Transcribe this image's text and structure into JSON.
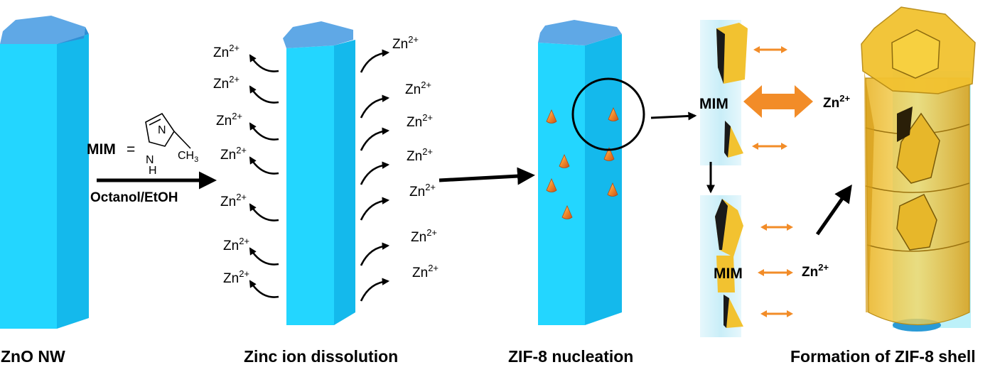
{
  "labels": {
    "mim": "MIM",
    "equals": "=",
    "ring_n1": "N",
    "ring_n2": "N",
    "ring_h": "H",
    "methyl": "CH",
    "methyl_sub": "3",
    "solvent": "Octanol/EtOH",
    "zn": "Zn",
    "zn_charge": "2+",
    "zn_bold": "Zn",
    "zn_bold_charge": "2+",
    "mim_top": "MIM",
    "mim_bottom": "MIM"
  },
  "captions": {
    "step1": "ZnO NW",
    "step2": "Zinc ion dissolution",
    "step3": "ZIF-8 nucleation",
    "step4": "Formation of ZIF-8 shell"
  },
  "colors": {
    "rod_front": "#23D6FF",
    "rod_side": "#14B9EC",
    "rod_top": "#5FA8E6",
    "arrow_orange": "#F28C28",
    "crystal_gold": "#F2C230",
    "crystal_dark": "#1A1A1A",
    "nucleus_orange": "#E8701F"
  }
}
